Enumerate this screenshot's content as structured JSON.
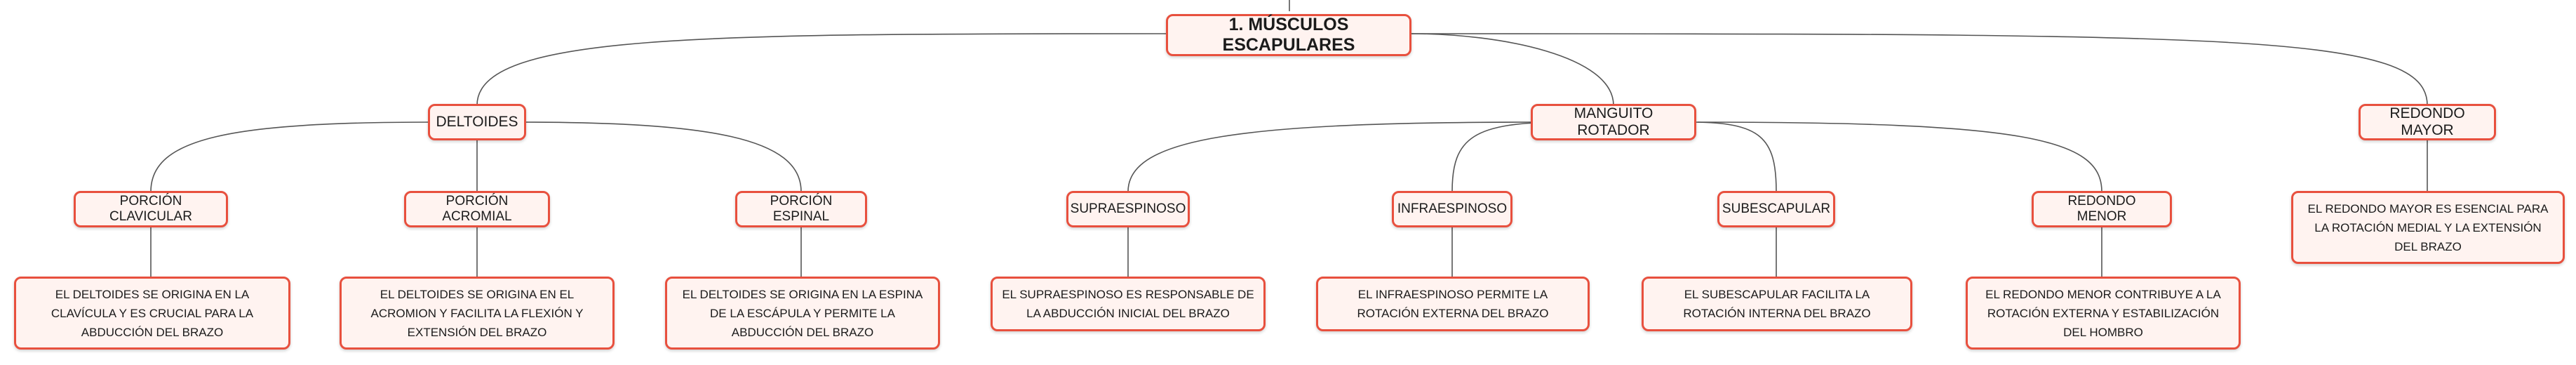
{
  "colors": {
    "accent": "#e8503e",
    "node_fill": "#fff3f0",
    "edge": "#555555"
  },
  "diagram": {
    "root": "1. MÚSCULOS ESCAPULARES",
    "groups": [
      {
        "label": "DELTOIDES",
        "children": [
          {
            "label": "PORCIÓN CLAVICULAR",
            "note": "EL DELTOIDES SE ORIGINA EN LA CLAVÍCULA Y ES CRUCIAL PARA LA ABDUCCIÓN DEL BRAZO"
          },
          {
            "label": "PORCIÓN ACROMIAL",
            "note": "EL DELTOIDES SE ORIGINA EN EL ACROMION Y FACILITA LA FLEXIÓN Y EXTENSIÓN DEL BRAZO"
          },
          {
            "label": "PORCIÓN ESPINAL",
            "note": "EL DELTOIDES SE ORIGINA EN LA ESPINA DE LA ESCÁPULA Y PERMITE LA ABDUCCIÓN DEL BRAZO"
          }
        ]
      },
      {
        "label": "MANGUITO ROTADOR",
        "children": [
          {
            "label": "SUPRAESPINOSO",
            "note": "EL SUPRAESPINOSO ES RESPONSABLE DE LA ABDUCCIÓN INICIAL DEL BRAZO"
          },
          {
            "label": "INFRAESPINOSO",
            "note": "EL INFRAESPINOSO PERMITE LA ROTACIÓN EXTERNA DEL BRAZO"
          },
          {
            "label": "SUBESCAPULAR",
            "note": "EL SUBESCAPULAR FACILITA LA ROTACIÓN INTERNA DEL BRAZO"
          },
          {
            "label": "REDONDO MENOR",
            "note": "EL REDONDO MENOR CONTRIBUYE A LA ROTACIÓN EXTERNA Y ESTABILIZACIÓN DEL HOMBRO"
          }
        ]
      },
      {
        "label": "REDONDO MAYOR",
        "note": "EL REDONDO MAYOR ES ESENCIAL PARA LA ROTACIÓN MEDIAL Y LA EXTENSIÓN DEL BRAZO"
      }
    ]
  }
}
